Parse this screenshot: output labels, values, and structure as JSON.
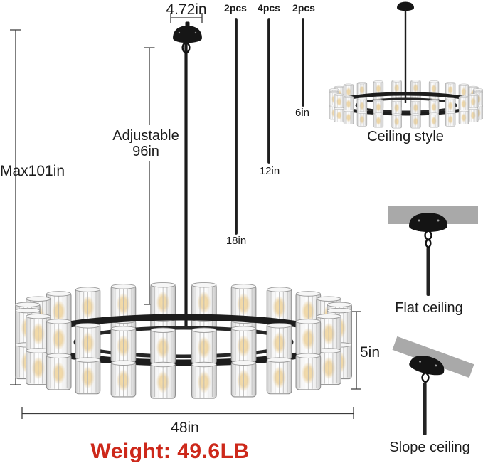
{
  "dimensions": {
    "canopy_width": "4.72in",
    "adjustable_line1": "Adjustable",
    "adjustable_line2": "96in",
    "max_height": "Max101in",
    "fixture_height": "5in",
    "fixture_width": "48in"
  },
  "rods": [
    {
      "qty": "2pcs",
      "length": "18in"
    },
    {
      "qty": "4pcs",
      "length": "12in"
    },
    {
      "qty": "2pcs",
      "length": "6in"
    }
  ],
  "styles": {
    "ceiling": "Ceiling style",
    "flat": "Flat ceiling",
    "slope": "Slope ceiling"
  },
  "weight": {
    "text": "Weight: 49.6LB",
    "color": "#cd281a"
  },
  "colors": {
    "ceiling_gray": "#a9a9a9",
    "fixture_black": "#1b1b1b",
    "dim_line": "#3b3b3b"
  }
}
